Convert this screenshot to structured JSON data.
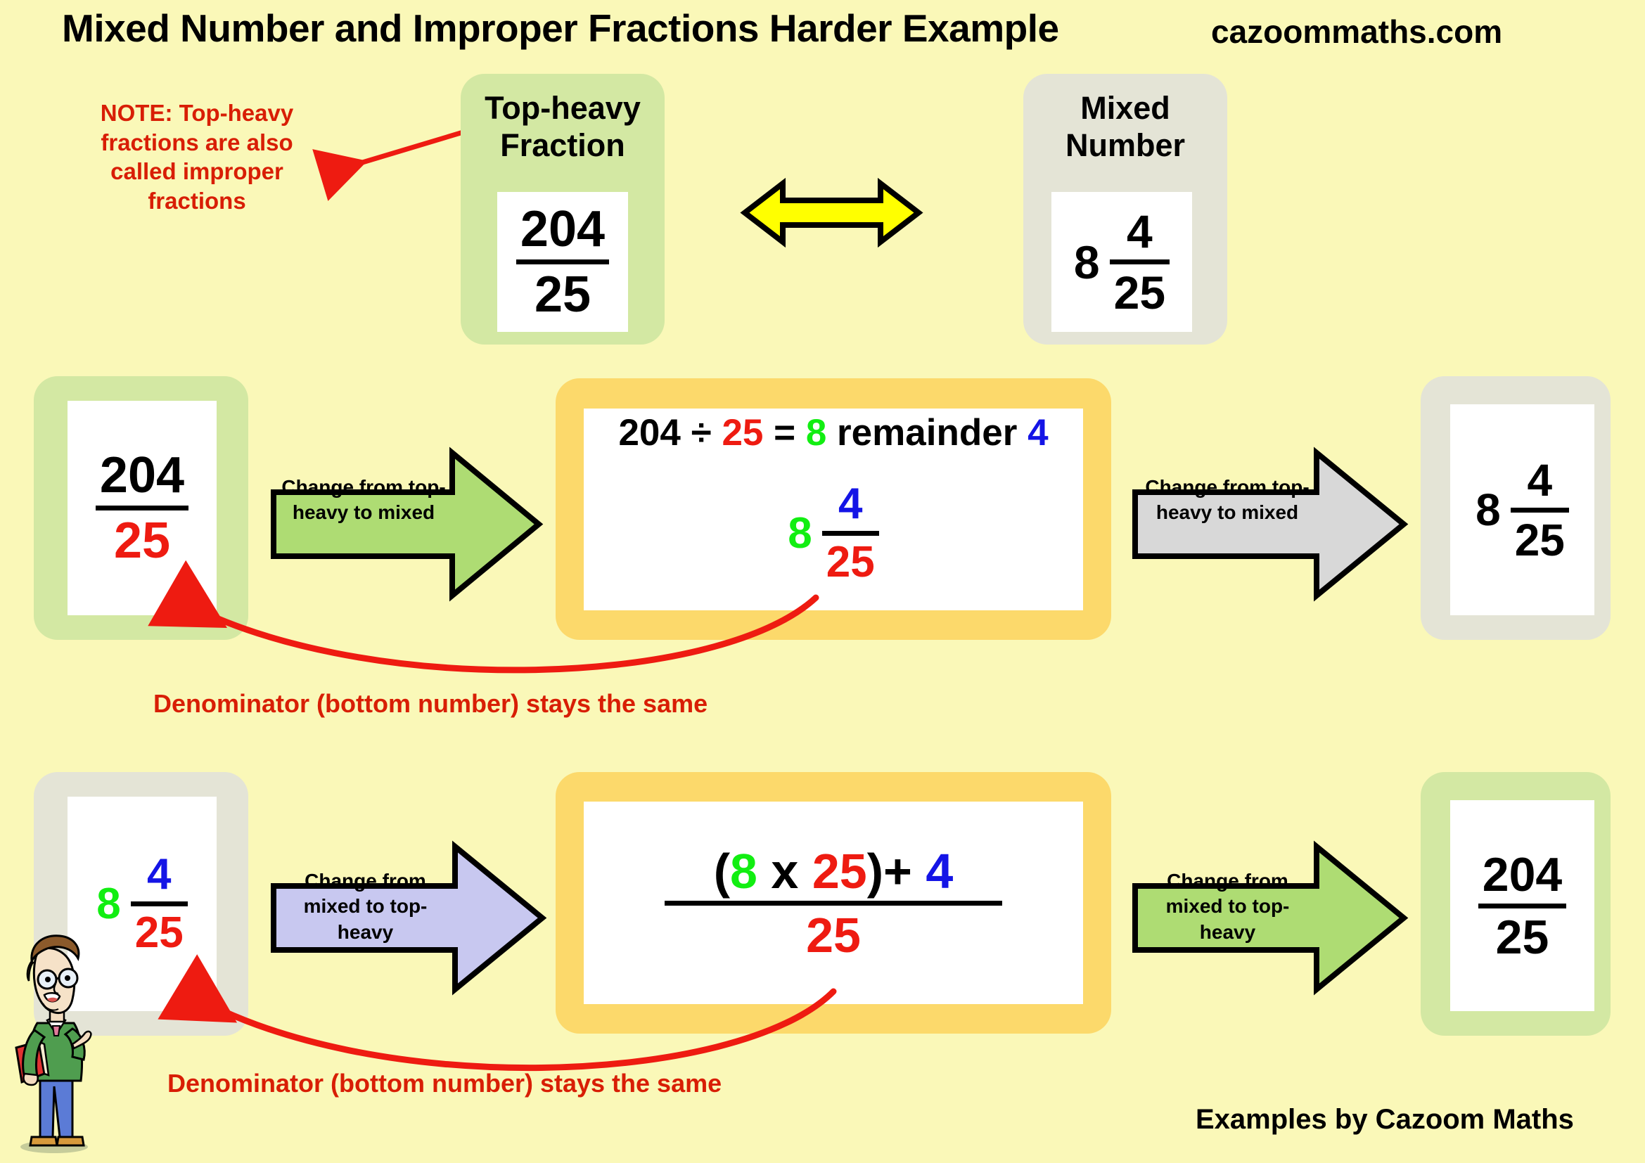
{
  "header": {
    "title": "Mixed Number and Improper Fractions Harder Example",
    "site": "cazoommaths.com"
  },
  "footer": {
    "credit": "Examples by Cazoom Maths"
  },
  "note": {
    "text": "NOTE: Top-heavy fractions are also called improper fractions"
  },
  "colors": {
    "background": "#FAF8B8",
    "panel_green": "#D3E8A3",
    "panel_grey": "#E4E4D6",
    "panel_orange": "#FCD96B",
    "red": "#EE1B11",
    "note_red": "#D81E05",
    "green": "#12EE12",
    "blue": "#1414E6",
    "arrow_yellow": "#FFFF00",
    "arrow_green": "#AEDC73",
    "arrow_grey": "#D8D8D8",
    "arrow_purple": "#C8C8F0"
  },
  "row1": {
    "left": {
      "heading": "Top-heavy\nFraction",
      "fraction": {
        "numerator": "204",
        "denominator": "25"
      }
    },
    "arrow": {
      "icon": "double-headed-arrow",
      "color": "#FFFF00"
    },
    "right": {
      "heading": "Mixed\nNumber",
      "mixed": {
        "whole": "8",
        "numerator": "4",
        "denominator": "25"
      }
    }
  },
  "row2": {
    "start": {
      "numerator": "204",
      "denominator": "25"
    },
    "arrow1": {
      "label": "Change from top-\nheavy to mixed",
      "color": "#AEDC73"
    },
    "work": {
      "equation": {
        "dividend": "204",
        "divide_symbol": "÷",
        "divisor": "25",
        "equals": "=",
        "quotient": "8",
        "remainder_word": "remainder",
        "remainder": "4"
      },
      "result": {
        "whole": "8",
        "numerator": "4",
        "denominator": "25"
      }
    },
    "arrow2": {
      "label": "Change from top-\nheavy to mixed",
      "color": "#D8D8D8"
    },
    "end": {
      "whole": "8",
      "numerator": "4",
      "denominator": "25"
    },
    "caption": "Denominator (bottom number) stays the same"
  },
  "row3": {
    "start": {
      "whole": "8",
      "numerator": "4",
      "denominator": "25"
    },
    "arrow1": {
      "label": "Change from\nmixed to top-heavy",
      "color": "#C8C8F0"
    },
    "work": {
      "expression": {
        "open_paren": "(",
        "whole": "8",
        "times": "x",
        "denominator": "25",
        "close_paren": ")",
        "plus": "+",
        "numerator": "4"
      },
      "denominator": "25"
    },
    "arrow2": {
      "label": "Change from\nmixed to top-heavy",
      "color": "#AEDC73"
    },
    "end": {
      "numerator": "204",
      "denominator": "25"
    },
    "caption": "Denominator (bottom number) stays the same"
  }
}
